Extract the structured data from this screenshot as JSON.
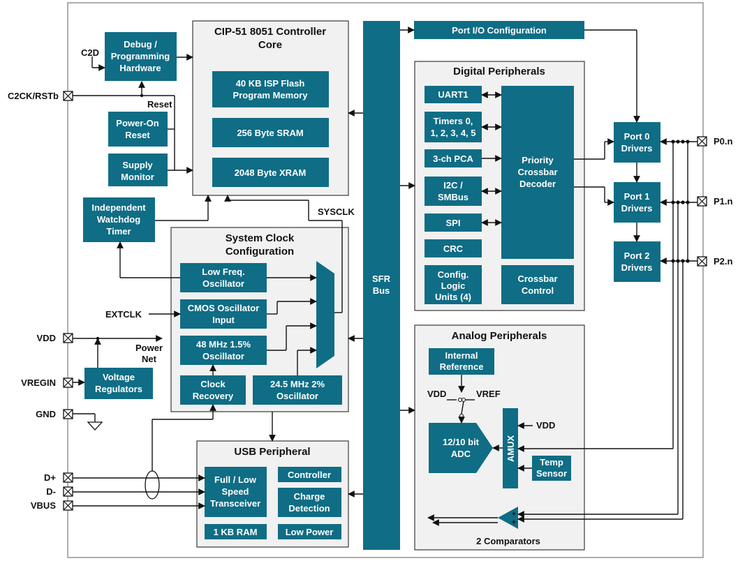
{
  "core": {
    "title_l1": "CIP-51 8051 Controller",
    "title_l2": "Core",
    "flash_l1": "40 KB ISP Flash",
    "flash_l2": "Program Memory",
    "sram": "256 Byte SRAM",
    "xram": "2048 Byte XRAM"
  },
  "debug": {
    "l1": "Debug /",
    "l2": "Programming",
    "l3": "Hardware"
  },
  "por": {
    "l1": "Power-On",
    "l2": "Reset"
  },
  "supply": {
    "l1": "Supply",
    "l2": "Monitor"
  },
  "wdt": {
    "l1": "Independent",
    "l2": "Watchdog",
    "l3": "Timer"
  },
  "clock": {
    "title_l1": "System Clock",
    "title_l2": "Configuration",
    "lf_l1": "Low Freq.",
    "lf_l2": "Oscillator",
    "cmos_l1": "CMOS Oscillator",
    "cmos_l2": "Input",
    "osc48_l1": "48 MHz 1.5%",
    "osc48_l2": "Oscillator",
    "rec_l1": "Clock",
    "rec_l2": "Recovery",
    "osc24_l1": "24.5 MHz 2%",
    "osc24_l2": "Oscillator"
  },
  "vreg": {
    "l1": "Voltage",
    "l2": "Regulators"
  },
  "usb": {
    "title": "USB Peripheral",
    "xcvr_l1": "Full / Low",
    "xcvr_l2": "Speed",
    "xcvr_l3": "Transceiver",
    "controller": "Controller",
    "charge_l1": "Charge",
    "charge_l2": "Detection",
    "ram": "1 KB RAM",
    "lowpower": "Low Power"
  },
  "sfr": {
    "l1": "SFR",
    "l2": "Bus"
  },
  "portio": "Port I/O Configuration",
  "digital": {
    "title": "Digital Peripherals",
    "uart": "UART1",
    "timers_l1": "Timers 0,",
    "timers_l2": "1, 2, 3, 4, 5",
    "pca": "3-ch PCA",
    "i2c_l1": "I2C /",
    "i2c_l2": "SMBus",
    "spi": "SPI",
    "crc": "CRC",
    "cfg_l1": "Config.",
    "cfg_l2": "Logic",
    "cfg_l3": "Units (4)",
    "xbar_l1": "Priority",
    "xbar_l2": "Crossbar",
    "xbar_l3": "Decoder",
    "xctl_l1": "Crossbar",
    "xctl_l2": "Control"
  },
  "ports": {
    "p0_l1": "Port 0",
    "p0_l2": "Drivers",
    "p1_l1": "Port 1",
    "p1_l2": "Drivers",
    "p2_l1": "Port 2",
    "p2_l2": "Drivers"
  },
  "analog": {
    "title": "Analog Peripherals",
    "iref_l1": "Internal",
    "iref_l2": "Reference",
    "vdd": "VDD",
    "vref": "VREF",
    "adc_l1": "12/10 bit",
    "adc_l2": "ADC",
    "amux": "AMUX",
    "amux_vdd": "VDD",
    "temp_l1": "Temp",
    "temp_l2": "Sensor",
    "plus1": "+",
    "plus2": "+",
    "comparators": "2 Comparators"
  },
  "pins": {
    "c2ck": "C2CK/RSTb",
    "vdd": "VDD",
    "vregin": "VREGIN",
    "gnd": "GND",
    "dplus": "D+",
    "dminus": "D-",
    "vbus": "VBUS",
    "p0": "P0.n",
    "p1": "P1.n",
    "p2": "P2.n"
  },
  "signals": {
    "c2d": "C2D",
    "reset": "Reset",
    "sysclk": "SYSCLK",
    "extclk": "EXTCLK",
    "power_l1": "Power",
    "power_l2": "Net"
  },
  "colors": {
    "block": "#0f6d85",
    "panel": "#f1f1f1",
    "line": "#111111"
  }
}
